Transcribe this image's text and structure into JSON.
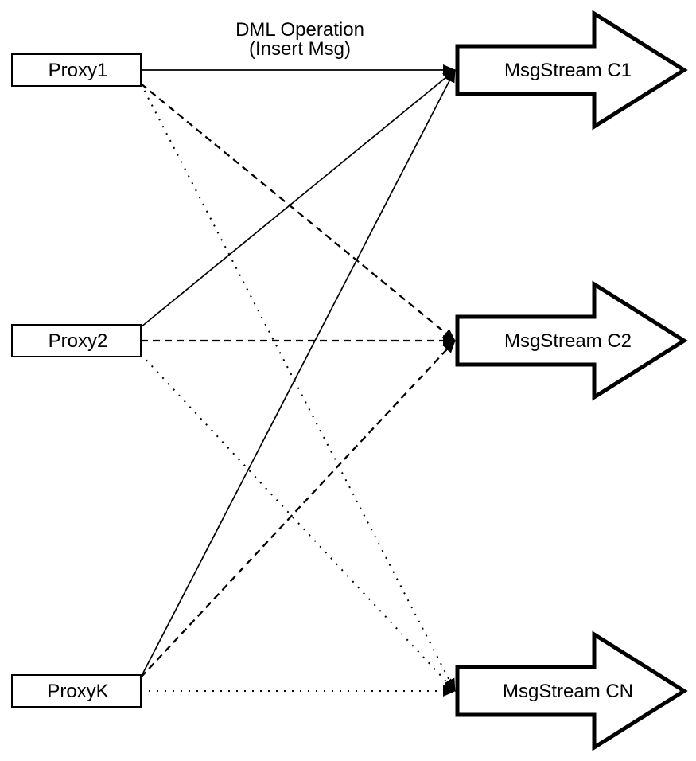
{
  "diagram": {
    "edge_label": {
      "line1": "DML Operation",
      "line2": "(Insert Msg)"
    },
    "proxies": [
      {
        "id": "proxy1",
        "label": "Proxy1"
      },
      {
        "id": "proxy2",
        "label": "Proxy2"
      },
      {
        "id": "proxyk",
        "label": "ProxyK"
      }
    ],
    "streams": [
      {
        "id": "c1",
        "label": "MsgStream C1"
      },
      {
        "id": "c2",
        "label": "MsgStream C2"
      },
      {
        "id": "cn",
        "label": "MsgStream CN"
      }
    ],
    "edges": [
      {
        "from": "proxy1",
        "to": "c1",
        "style": "solid"
      },
      {
        "from": "proxy1",
        "to": "c2",
        "style": "dashed"
      },
      {
        "from": "proxy1",
        "to": "cn",
        "style": "dotted"
      },
      {
        "from": "proxy2",
        "to": "c1",
        "style": "solid"
      },
      {
        "from": "proxy2",
        "to": "c2",
        "style": "dashed"
      },
      {
        "from": "proxy2",
        "to": "cn",
        "style": "dotted"
      },
      {
        "from": "proxyk",
        "to": "c1",
        "style": "solid"
      },
      {
        "from": "proxyk",
        "to": "c2",
        "style": "dashed"
      },
      {
        "from": "proxyk",
        "to": "cn",
        "style": "dotted"
      }
    ],
    "colors": {
      "ink": "#000000",
      "background": "#ffffff"
    }
  }
}
